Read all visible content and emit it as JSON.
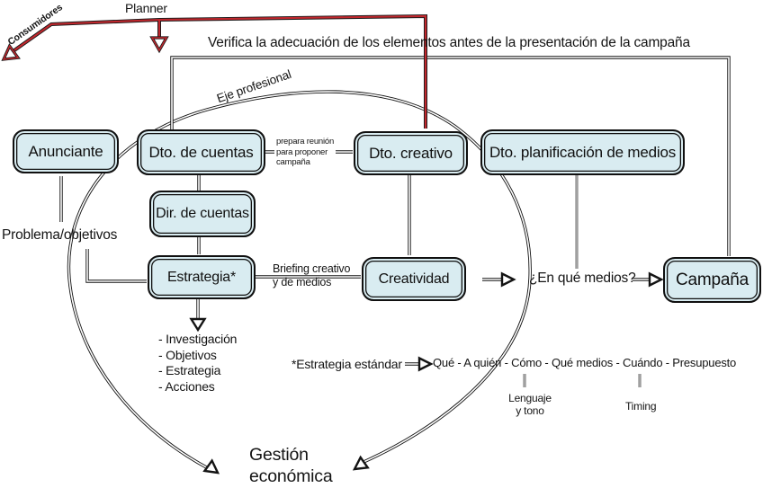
{
  "diagram": {
    "colors": {
      "red": "#c1272d",
      "box_fill": "#d9ecf1",
      "ink": "#131313"
    },
    "top": {
      "consumidores": "Consumidores",
      "planner": "Planner",
      "verifica": "Verifica la adecuación de los elementos antes de la presentación de la campaña",
      "eje_profesional": "Eje profesional"
    },
    "boxes": {
      "anunciante": "Anunciante",
      "dto_cuentas": "Dto. de cuentas",
      "dto_creativo": "Dto. creativo",
      "dto_medios": "Dto. planificación de medios",
      "dir_cuentas": "Dir. de cuentas",
      "estrategia": "Estrategia*",
      "creatividad": "Creatividad",
      "campana": "Campaña"
    },
    "annotations": {
      "prepara": "prepara reunión\npara proponer\ncampaña",
      "problema": "Problema/objetivos",
      "briefing": "Briefing creativo\ny de medios",
      "en_que_medios": "¿En qué medios?",
      "estrategia_items": "- Investigación\n- Objetivos\n- Estrategia\n- Acciones",
      "estrategia_estandar": "*Estrategia estándar",
      "estandar_chain": "Qué - A quién - Cómo - Qué medios - Cuándo - Presupuesto",
      "lenguaje": "Lenguaje\ny tono",
      "timing": "Timing",
      "gestion": "Gestión\neconómica"
    }
  }
}
